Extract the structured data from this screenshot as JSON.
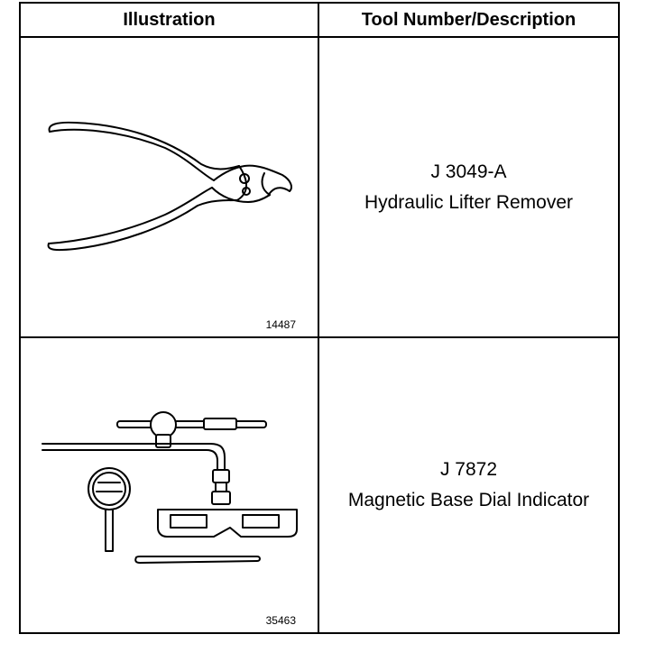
{
  "headers": {
    "illustration": "Illustration",
    "tool": "Tool Number/Description"
  },
  "rows": [
    {
      "figure_number": "14487",
      "tool_number": "J 3049-A",
      "description": "Hydraulic Lifter Remover",
      "icon": "pliers-icon"
    },
    {
      "figure_number": "35463",
      "tool_number": "J 7872",
      "description": "Magnetic Base Dial Indicator",
      "icon": "dial-indicator-icon"
    }
  ]
}
